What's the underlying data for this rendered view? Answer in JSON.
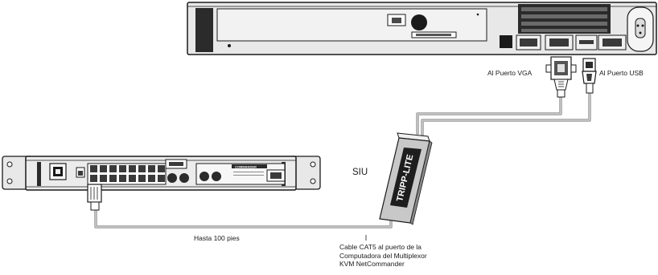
{
  "labels": {
    "vga_port": "Al Puerto VGA",
    "usb_port": "Al Puerto USB",
    "siu": "SIU",
    "distance": "Hasta 100 pies",
    "cable_note": {
      "line1": "Cable CAT5 al puerto de la",
      "line2": "Computadora del Multiplexor",
      "line3": "KVM NetCommander"
    },
    "brand": "TRIPP-LITE",
    "kvm_brand": "COMMANDER"
  },
  "colors": {
    "device_body": "#e8e8e8",
    "device_outline": "#1a1a1a",
    "dark_panel": "#2b2b2b",
    "cable": "#9a9a9a",
    "siu_body": "#c8c8c8"
  },
  "icons": {
    "vga_connector": "vga-connector-icon",
    "usb_connector": "usb-connector-icon",
    "rj45_connector": "rj45-connector-icon"
  }
}
